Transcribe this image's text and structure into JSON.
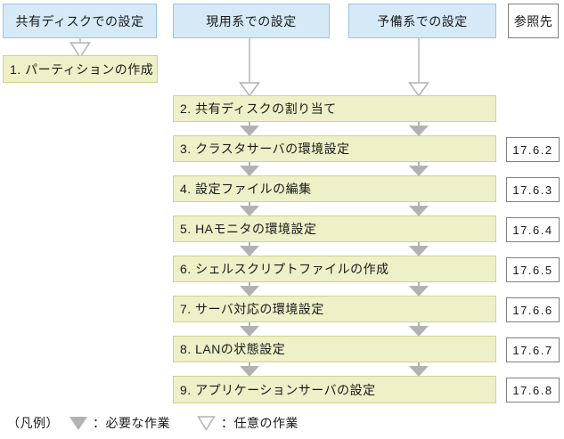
{
  "headers": {
    "shared_disk": "共有ディスクでの設定",
    "active": "現用系での設定",
    "standby": "予備系での設定",
    "reference": "参照先"
  },
  "shared_disk_step": {
    "label": "1. パーティションの作成"
  },
  "steps": [
    {
      "label": "2. 共有ディスクの割り当て",
      "ref": ""
    },
    {
      "label": "3. クラスタサーバの環境設定",
      "ref": "17.6.2"
    },
    {
      "label": "4. 設定ファイルの編集",
      "ref": "17.6.3"
    },
    {
      "label": "5. HAモニタの環境設定",
      "ref": "17.6.4"
    },
    {
      "label": "6. シェルスクリプトファイルの作成",
      "ref": "17.6.5"
    },
    {
      "label": "7. サーバ対応の環境設定",
      "ref": "17.6.6"
    },
    {
      "label": "8. LANの状態設定",
      "ref": "17.6.7"
    },
    {
      "label": "9. アプリケーションサーバの設定",
      "ref": "17.6.8"
    }
  ],
  "legend": {
    "title": "（凡例）",
    "required": "：必要な作業",
    "optional": "：任意の作業"
  },
  "icons": {
    "required_arrow": "filled-down-triangle",
    "optional_arrow": "hollow-down-triangle"
  },
  "colors": {
    "header_fill": "#d5e9f7",
    "header_border": "#9ac4e4",
    "step_fill": "#eff0c8",
    "step_border": "#cfd291",
    "ref_border": "#7f7f7f",
    "arrow_gray": "#b2b2b2",
    "connector_gray": "#c9c9c9"
  }
}
